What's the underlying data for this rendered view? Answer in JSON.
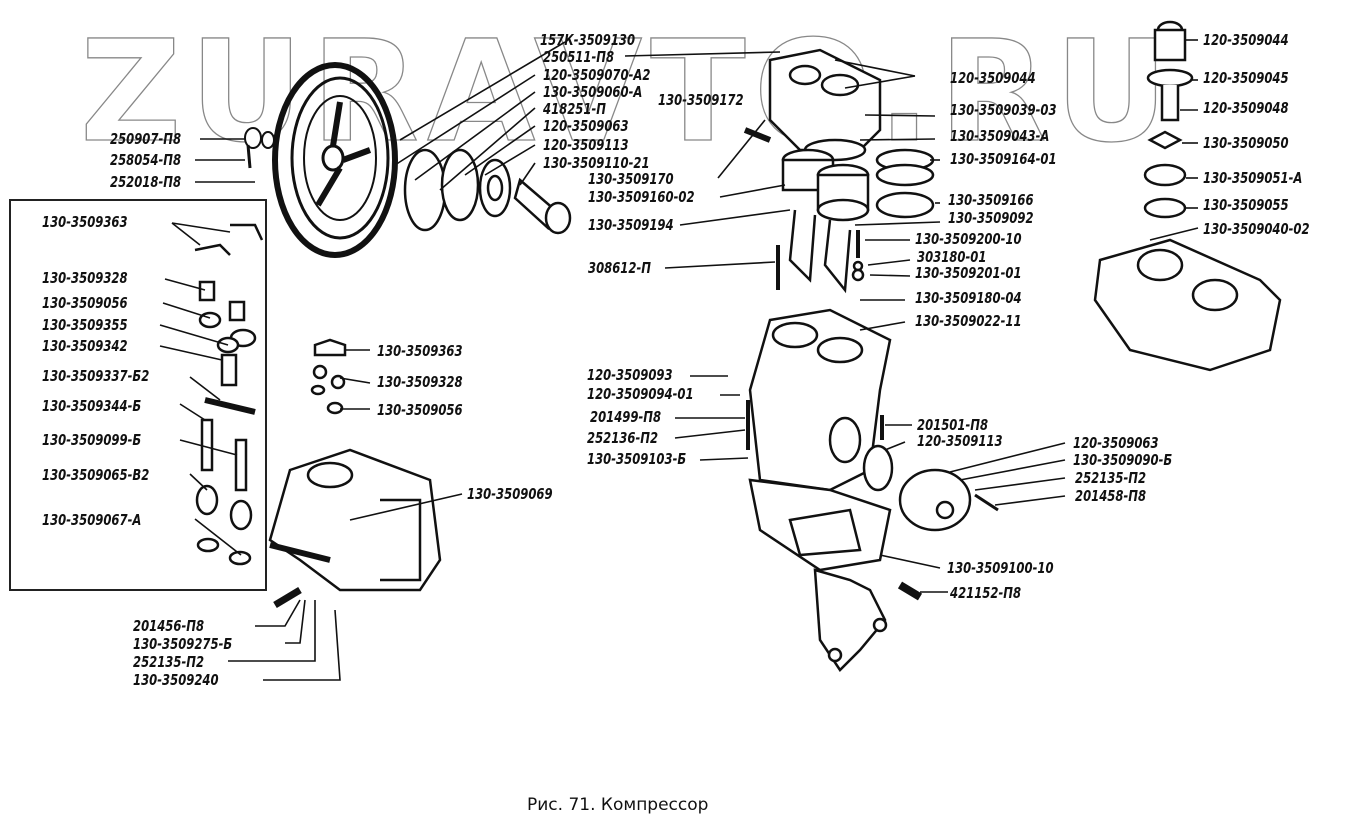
{
  "watermark": "ZURAVTO.RU",
  "caption": "Рис. 71. Компрессор",
  "labels": {
    "l250907": "250907-П8",
    "l258054": "258054-П8",
    "l252018": "252018-П8",
    "l157k": "157К-3509130",
    "l250511": "250511-П8",
    "l120_070": "120-3509070-А2",
    "l130_060": "130-3509060-А",
    "l418251": "418251-П",
    "l120_063a": "120-3509063",
    "l120_113a": "120-3509113",
    "l130_110": "130-3509110-21",
    "l130_172": "130-3509172",
    "l130_170": "130-3509170",
    "l130_160": "130-3509160-02",
    "l130_194": "130-3509194",
    "l308612": "308612-П",
    "l120_044a": "120-3509044",
    "l130_039": "130-3509039-03",
    "l130_043": "130-3509043-А",
    "l130_164": "130-3509164-01",
    "l130_166": "130-3509166",
    "l130_092": "130-3509092",
    "l130_200": "130-3509200-10",
    "l303180": "303180-01",
    "l130_201": "130-3509201-01",
    "l130_180": "130-3509180-04",
    "l130_022": "130-3509022-11",
    "l120_044b": "120-3509044",
    "l120_045": "120-3509045",
    "l120_048": "120-3509048",
    "l130_050": "130-3509050",
    "l130_051": "130-3509051-А",
    "l130_055": "130-3509055",
    "l130_040": "130-3509040-02",
    "i130_363": "130-3509363",
    "i130_328": "130-3509328",
    "i130_056": "130-3509056",
    "i130_355": "130-3509355",
    "i130_342": "130-3509342",
    "i130_337": "130-3509337-Б2",
    "i130_344": "130-3509344-Б",
    "i130_099": "130-3509099-Б",
    "i130_065": "130-3509065-В2",
    "i130_067": "130-3509067-А",
    "m130_363": "130-3509363",
    "m130_328": "130-3509328",
    "m130_056": "130-3509056",
    "m130_069": "130-3509069",
    "b201456": "201456-П8",
    "b130_275": "130-3509275-Б",
    "b252135": "252135-П2",
    "b130_240": "130-3509240",
    "c120_093": "120-3509093",
    "c120_094": "120-3509094-01",
    "c201499": "201499-П8",
    "c252136": "252136-П2",
    "c130_103": "130-3509103-Б",
    "c201501": "201501-П8",
    "c120_113": "120-3509113",
    "r120_063": "120-3509063",
    "r130_090": "130-3509090-Б",
    "r252135": "252135-П2",
    "r201458": "201458-П8",
    "r130_100": "130-3509100-10",
    "r421152": "421152-П8"
  }
}
